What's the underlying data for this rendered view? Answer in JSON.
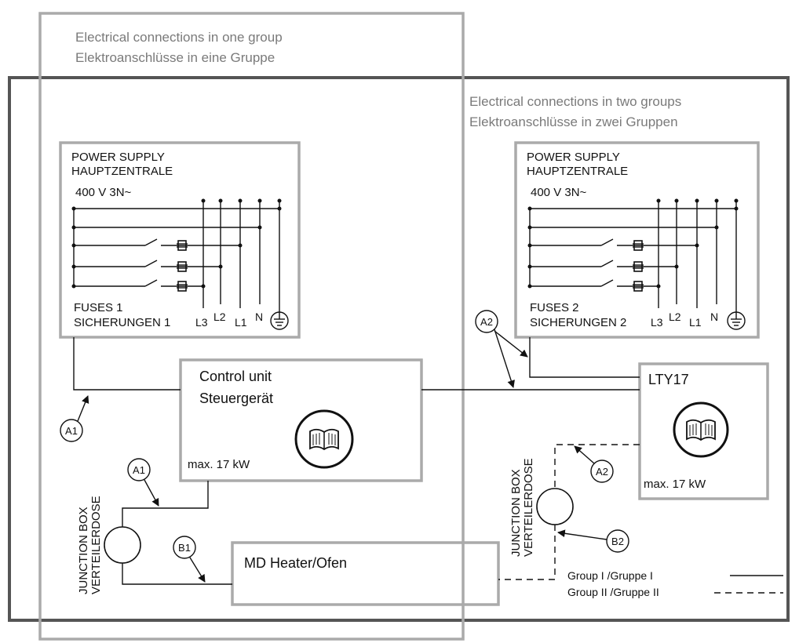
{
  "texts": {
    "group_one_en": "Electrical connections in one group",
    "group_one_de": "Elektroanschlüsse in eine Gruppe",
    "group_two_en": "Electrical connections in two groups",
    "group_two_de": "Elektroanschlüsse in zwei Gruppen",
    "power_supply_en": "POWER SUPPLY",
    "power_supply_de": "HAUPTZENTRALE",
    "voltage": "400 V 3N~",
    "fuses1_en": "FUSES 1",
    "fuses1_de": "SICHERUNGEN 1",
    "fuses2_en": "FUSES 2",
    "fuses2_de": "SICHERUNGEN 2",
    "term_l3": "L3",
    "term_l2": "L2",
    "term_l1": "L1",
    "term_n": "N",
    "control_unit_en": "Control unit",
    "control_unit_de": "Steuergerät",
    "max_power": "max. 17 kW",
    "lty17": "LTY17",
    "junction_box_en": "JUNCTION BOX",
    "junction_box_de": "VERTEILERDOSE",
    "heater": "MD Heater/Ofen",
    "callout_a1": "A1",
    "callout_a2": "A2",
    "callout_b1": "B1",
    "callout_b2": "B2",
    "legend_group1": "Group I /Gruppe I",
    "legend_group2": "Group II /Gruppe II"
  }
}
